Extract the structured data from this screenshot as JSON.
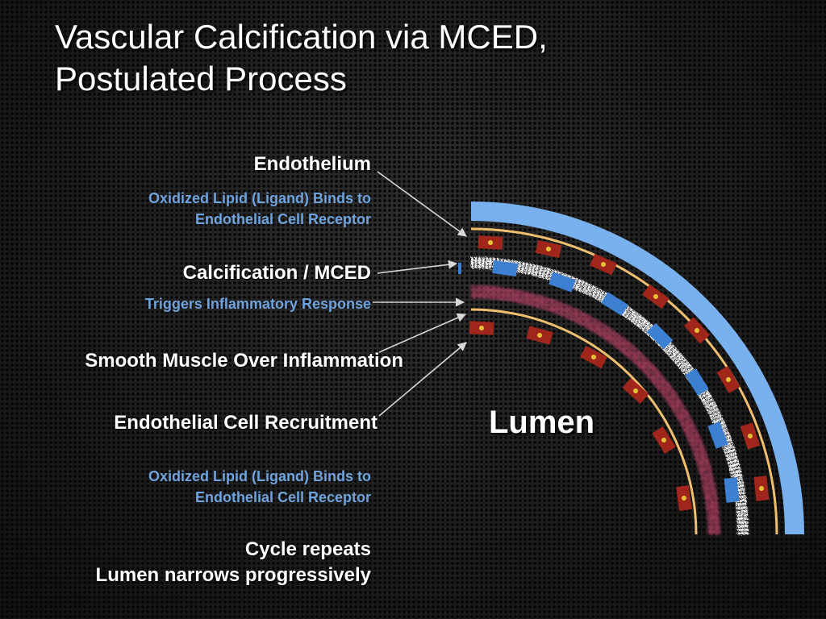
{
  "title": {
    "line1": "Vascular Calcification via MCED,",
    "line2": "Postulated Process"
  },
  "labels": {
    "endothelium": "Endothelium",
    "oxidized_lipid_top_1": "Oxidized Lipid (Ligand) Binds to",
    "oxidized_lipid_top_2": "Endothelial Cell Receptor",
    "calcification": "Calcification / MCED",
    "triggers": "Triggers Inflammatory Response",
    "smooth_muscle": "Smooth Muscle Over Inflammation",
    "recruitment": "Endothelial Cell Recruitment",
    "oxidized_lipid_bottom_1": "Oxidized Lipid (Ligand) Binds to",
    "oxidized_lipid_bottom_2": "Endothelial Cell Receptor",
    "cycle_repeats": "Cycle repeats",
    "lumen_narrows": "Lumen narrows progressively",
    "lumen": "Lumen"
  },
  "colors": {
    "outer_wall": "#79b0ee",
    "endothelial_line": "#f0c070",
    "cell_red": "#a0261c",
    "cell_blue": "#3d7fd0",
    "inflammation": "#c2456a",
    "white_text": "#ffffff",
    "blue_text": "#6fa3de"
  }
}
